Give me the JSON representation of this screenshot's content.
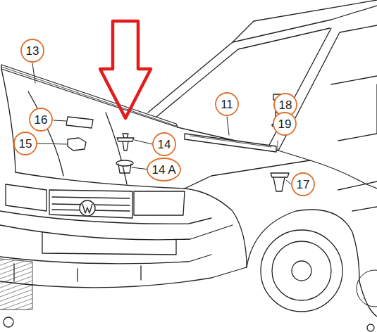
{
  "diagram": {
    "nodes": [
      {
        "text": [
          "13"
        ]
      },
      {
        "text": [
          "18"
        ]
      },
      {
        "text": [
          "11"
        ]
      },
      {
        "text": [
          "16"
        ]
      },
      {
        "text": [
          "19"
        ]
      },
      {
        "text": [
          "15"
        ]
      },
      {
        "text": [
          "14"
        ]
      },
      {
        "text": [
          "14 A"
        ]
      },
      {
        "text": [
          "17"
        ]
      }
    ]
  }
}
